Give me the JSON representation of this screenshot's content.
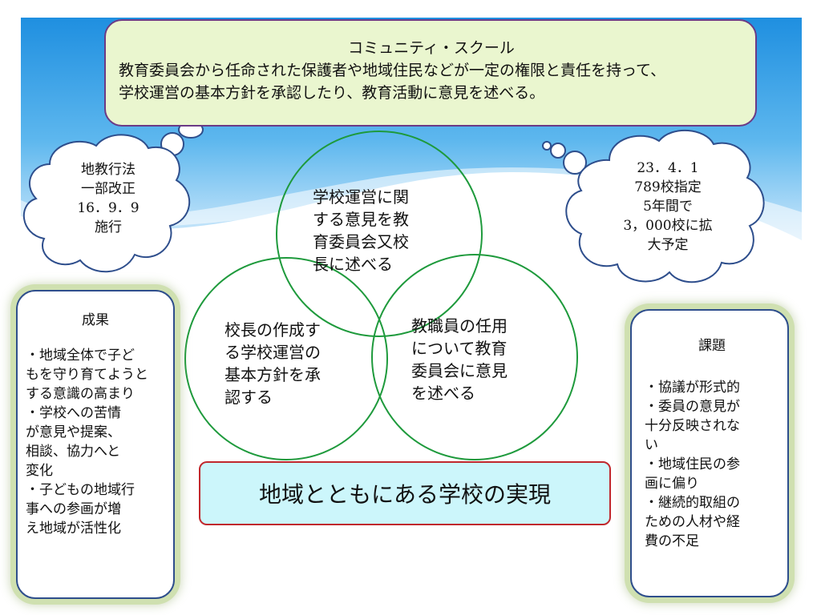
{
  "colors": {
    "sky_top": "#2f9de8",
    "sky_light": "#9fd3f5",
    "title_fill": "#eaf6cf",
    "title_border": "#6b3a86",
    "circle_stroke": "#1e9a3c",
    "side_border": "#2e4e8c",
    "side_glow": "#cfe0b0",
    "goal_fill": "#ccf6fb",
    "goal_border": "#c0282d"
  },
  "community_school": {
    "title": "コミュニティ・スクール",
    "lines": [
      "教育委員会から任命された保護者や地域住民などが一定の権限と責任を持って、",
      "学校運営の基本方針を承認したり、教育活動に意見を述べる。"
    ]
  },
  "left_cloud": {
    "lines": [
      "地教行法",
      "一部改正",
      "16．9．9",
      "施行"
    ]
  },
  "right_cloud": {
    "lines": [
      "23．4．1",
      "789校指定",
      "5年間で",
      "3，000校に拡",
      "大予定"
    ]
  },
  "circles": {
    "top": {
      "lines": [
        "学校運営に関",
        "する意見を教",
        "育委員会又校",
        "長に述べる"
      ]
    },
    "left": {
      "lines": [
        "校長の作成す",
        "る学校運営の",
        "基本方針を承",
        "認する"
      ]
    },
    "right": {
      "lines": [
        "教職員の任用",
        "について教育",
        "委員会に意見",
        "を述べる"
      ]
    }
  },
  "goal": {
    "text": "地域とともにある学校の実現"
  },
  "results": {
    "heading": "成果",
    "items": [
      "・地域全体で子ど",
      "もを守り育てようと",
      "する意識の高まり",
      "・学校への苦情",
      "が意見や提案、",
      "相談、協力へと",
      "変化",
      "・子どもの地域行",
      "事への参画が増",
      "え地域が活性化"
    ]
  },
  "issues": {
    "heading": "課題",
    "items": [
      "・協議が形式的",
      "・委員の意見が",
      "十分反映されな",
      "い",
      "・地域住民の参",
      "画に偏り",
      "・継続的取組の",
      "ための人材や経",
      "費の不足"
    ]
  }
}
